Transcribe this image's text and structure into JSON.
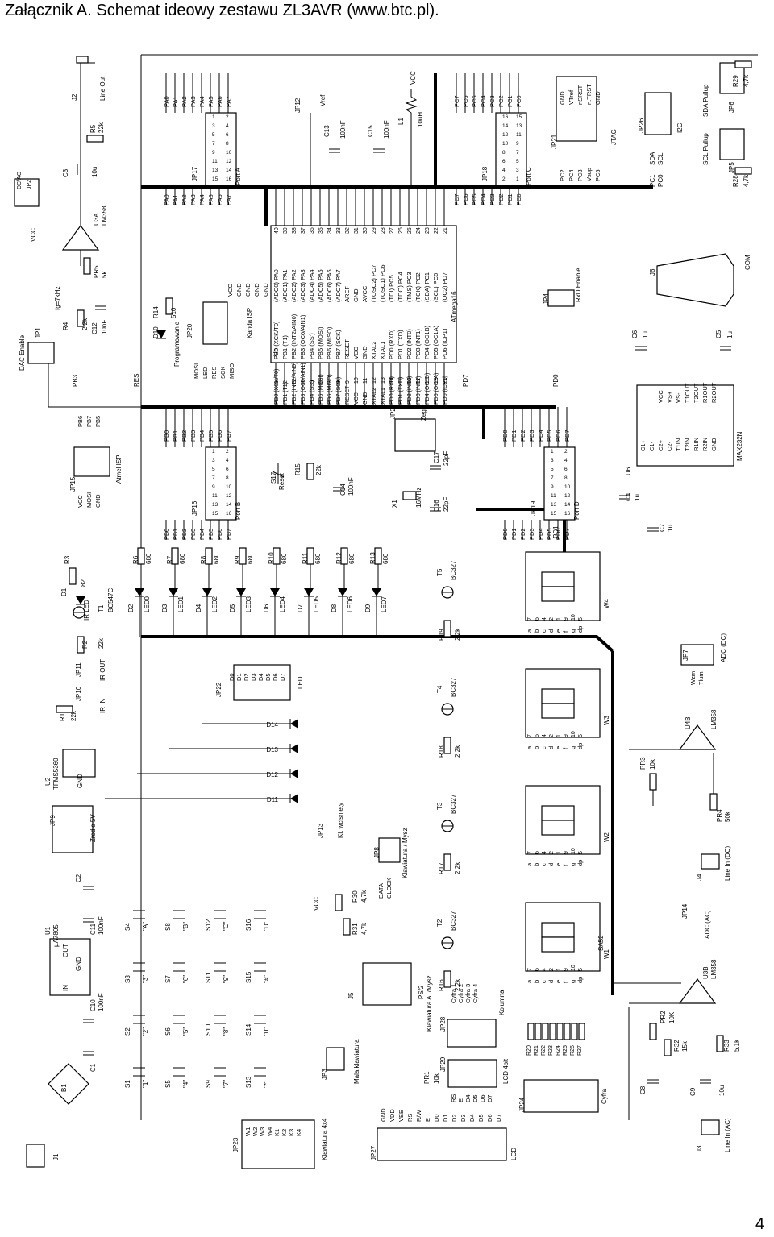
{
  "page": {
    "title": "Załącznik A. Schemat ideowy zestawu ZL3AVR (www.btc.pl).",
    "page_number": "4"
  },
  "mcu": {
    "ref": "U5",
    "part": "ATmega16",
    "left_pins": [
      {
        "num": "1",
        "label": "PB0 (XCK/T0)"
      },
      {
        "num": "2",
        "label": "PB1 (T1)"
      },
      {
        "num": "3",
        "label": "PB2 (INT2/AIN0)"
      },
      {
        "num": "4",
        "label": "PB3 (OC0/AIN1)"
      },
      {
        "num": "5",
        "label": "PB4 (SS')"
      },
      {
        "num": "6",
        "label": "PB5 (MOSI)"
      },
      {
        "num": "7",
        "label": "PB6 (MISO)"
      },
      {
        "num": "8",
        "label": "PB7 (SCK)"
      },
      {
        "num": "9",
        "label": "RESET"
      },
      {
        "num": "10",
        "label": "VCC"
      },
      {
        "num": "11",
        "label": "GND"
      },
      {
        "num": "12",
        "label": "XTAL2"
      },
      {
        "num": "13",
        "label": "XTAL1"
      },
      {
        "num": "14",
        "label": "PD0 (RXD)"
      },
      {
        "num": "15",
        "label": "PD1 (TXD)"
      },
      {
        "num": "16",
        "label": "PD2 (INT0)"
      },
      {
        "num": "17",
        "label": "PD3 (INT1)"
      },
      {
        "num": "18",
        "label": "PD4 (OC1B)"
      },
      {
        "num": "19",
        "label": "PD5 (OC1A)"
      },
      {
        "num": "20",
        "label": "PD6 (ICP1)"
      }
    ],
    "right_pins": [
      {
        "num": "40",
        "label": "(ADC0) PA0"
      },
      {
        "num": "39",
        "label": "(ADC1) PA1"
      },
      {
        "num": "38",
        "label": "(ADC2) PA2"
      },
      {
        "num": "37",
        "label": "(ADC3) PA3"
      },
      {
        "num": "36",
        "label": "(ADC4) PA4"
      },
      {
        "num": "35",
        "label": "(ADC5) PA5"
      },
      {
        "num": "34",
        "label": "(ADC6) PA6"
      },
      {
        "num": "33",
        "label": "(ADC7) PA7"
      },
      {
        "num": "32",
        "label": "AREF"
      },
      {
        "num": "31",
        "label": "GND"
      },
      {
        "num": "30",
        "label": "AVCC"
      },
      {
        "num": "29",
        "label": "(TOSC2) PC7"
      },
      {
        "num": "28",
        "label": "(TOSC1) PC6"
      },
      {
        "num": "27",
        "label": "(TDI) PC5"
      },
      {
        "num": "26",
        "label": "(TDO) PC4"
      },
      {
        "num": "25",
        "label": "(TMS) PC3"
      },
      {
        "num": "24",
        "label": "(TCK) PC2"
      },
      {
        "num": "23",
        "label": "(SDA) PC1"
      },
      {
        "num": "22",
        "label": "(SCL) PC0"
      },
      {
        "num": "21",
        "label": "(OC2) PD7"
      }
    ]
  },
  "port_headers": [
    {
      "ref": "JP17",
      "name": "Port A",
      "a": [
        "PA0",
        "PA1",
        "PA2",
        "PA3",
        "PA4",
        "PA5",
        "PA6",
        "PA7"
      ],
      "b": [
        "PA0",
        "PA1",
        "PA2",
        "PA3",
        "PA4",
        "PA5",
        "PA6",
        "PA7"
      ],
      "pins_a": [
        "2",
        "4",
        "6",
        "8",
        "10",
        "12",
        "14",
        "16"
      ],
      "pins_b": [
        "1",
        "3",
        "5",
        "7",
        "9",
        "11",
        "13",
        "15"
      ]
    },
    {
      "ref": "JP18",
      "name": "Port C",
      "a": [
        "PC7",
        "PC6",
        "PC5",
        "PC4",
        "PC3",
        "PC2",
        "PC1",
        "PC0"
      ],
      "b": [
        "PC7",
        "PC6",
        "PC5",
        "PC4",
        "PC3",
        "PC2",
        "PC1",
        "PC0"
      ],
      "pins_a": [
        "15",
        "13",
        "11",
        "9",
        "7",
        "5",
        "3",
        "1"
      ],
      "pins_b": [
        "16",
        "14",
        "12",
        "10",
        "8",
        "6",
        "4",
        "2"
      ]
    },
    {
      "ref": "JP16",
      "name": "Port B",
      "a": [
        "PB0",
        "PB1",
        "PB2",
        "PB3",
        "PB4",
        "PB5",
        "PB6",
        "PB7"
      ],
      "b": [
        "PB0",
        "PB1",
        "PB2",
        "PB3",
        "PB4",
        "PB5",
        "PB6",
        "PB7"
      ],
      "pins_a": [
        "2",
        "4",
        "6",
        "8",
        "10",
        "12",
        "14",
        "16"
      ],
      "pins_b": [
        "1",
        "3",
        "5",
        "7",
        "9",
        "11",
        "13",
        "15"
      ]
    },
    {
      "ref": "JP19",
      "name": "Port D",
      "a": [
        "PD0",
        "PD1",
        "PD2",
        "PD3",
        "PD4",
        "PD5",
        "PD6",
        "PD7"
      ],
      "b": [
        "PD0",
        "PD1",
        "PD2",
        "PD3",
        "PD4",
        "PD5",
        "PD6",
        "PD7"
      ],
      "pins_a": [
        "2",
        "4",
        "6",
        "8",
        "10",
        "12",
        "14",
        "16"
      ],
      "pins_b": [
        "1",
        "3",
        "5",
        "7",
        "9",
        "11",
        "13",
        "15"
      ]
    }
  ],
  "top_section": {
    "dac_jumper": "DC/AC",
    "jp2": "JP2",
    "c3": "C3",
    "c3_val": "10u",
    "r5": "R5",
    "r5_val": "22k",
    "j2": "J2",
    "line_out": "Line Out",
    "u3a": "U3A",
    "u3a_part": "LM358",
    "pr5": "PR5",
    "pr5_val": "5k",
    "fg": "fg=7kHz",
    "r4": "R4",
    "r4_val": "2,2k",
    "c12": "C12",
    "c12_val": "10nF",
    "jp1": "JP1",
    "dac_enable": "DAC Enable",
    "vcc": "VCC",
    "pb3": "PB3",
    "res": "RES"
  },
  "isp": {
    "r14": "R14",
    "r14_val": "510",
    "d10": "D10",
    "prog": "Programowanie",
    "jp20": "JP20",
    "kanda": "Kanda ISP",
    "left": [
      "MOSI",
      "LED",
      "RES",
      "SCK",
      "MISO"
    ],
    "right": [
      "VCC",
      "GND",
      "GND",
      "GND",
      "GND"
    ],
    "jp15": "JP15",
    "atmel": "Atmel ISP",
    "atmel_left": [
      "VCC",
      "MOSI",
      "GND"
    ],
    "atmel_right": [
      "PB6",
      "PB7",
      "PB5"
    ]
  },
  "analog_top": {
    "jp12": "JP12",
    "vref": "Vref",
    "c13": "C13",
    "c13_val": "100nF",
    "c15": "C15",
    "c15_val": "100nF",
    "l1": "L1",
    "l1_val": "10uH",
    "vcc": "VCC"
  },
  "jtag": {
    "jp21": "JP21",
    "name": "JTAG",
    "left": [
      "PC2",
      "PC4",
      "PC3",
      "Vsup",
      "PC5"
    ],
    "right": [
      "GND",
      "VTref",
      "nSRST",
      "n.TRST",
      "GND"
    ],
    "jp26": "JP26",
    "i2c": "I2C",
    "sda": "SDA",
    "scl": "SCL",
    "pc1": "PC1",
    "pc0": "PC0",
    "jp6": "JP6",
    "sda_pullup": "SDA Pullup",
    "r29": "R29",
    "r29_val": "4,7k",
    "jp5": "JP5",
    "scl_pullup": "SCL Pullup",
    "r28": "R28",
    "r28_val": "4,7k"
  },
  "rs232": {
    "u6": "U6",
    "part": "MAX232N",
    "c4": "C4",
    "c4_val": "1u",
    "c7": "C7",
    "c7_val": "1u",
    "c6": "C6",
    "c6_val": "1u",
    "c5": "C5",
    "c5_val": "1u",
    "jp4": "JP4",
    "rxd_enable": "RxD Enable",
    "j6": "J6",
    "com": "COM",
    "left": [
      "C1+",
      "C1-",
      "C2+",
      "C2-",
      "T1IN",
      "T2IN",
      "R1IN",
      "R2IN",
      "GND"
    ],
    "right": [
      "VCC",
      "VS+",
      "VS-",
      "T1OUT",
      "T2OUT",
      "R1OUT",
      "R2OUT"
    ],
    "pd0": "PD0",
    "pd1": "PD1",
    "pd7": "PD7"
  },
  "clock": {
    "jp25": "JP25",
    "zegar": "Zegar",
    "x1": "X1",
    "x1_val": "16MHz",
    "c16": "C16",
    "c16_val": "22pF",
    "c17": "C17",
    "c17_val": "22pF",
    "c14": "C14",
    "c14_val": "100nF",
    "s17": "S17",
    "reset": "Reset",
    "r15": "R15",
    "r15_val": "22k"
  },
  "ir": {
    "r3": "R3",
    "r3_val": "82",
    "d1": "D1",
    "ir_led": "IR LED",
    "t1": "T1",
    "t1_part": "BC547C",
    "r2": "R2",
    "r2_val": "22k",
    "jp11": "JP11",
    "ir_out": "IR OUT",
    "r1": "R1",
    "r1_val": "22k",
    "jp10": "JP10",
    "ir_in": "IR IN",
    "u2": "U2",
    "u2_part": "TFMS5360",
    "gnd": "GND"
  },
  "leds": {
    "resistors": [
      "R6",
      "R7",
      "R8",
      "R9",
      "R10",
      "R11",
      "R12",
      "R13"
    ],
    "res_val": "680",
    "diodes": [
      "D2",
      "D3",
      "D4",
      "D5",
      "D6",
      "D7",
      "D8",
      "D9"
    ],
    "led_names": [
      "LED0",
      "LED1",
      "LED2",
      "LED3",
      "LED4",
      "LED5",
      "LED6",
      "LED7"
    ],
    "jp22": "JP22",
    "jp22_title": "LED",
    "lines": [
      "D0",
      "D1",
      "D2",
      "D3",
      "D4",
      "D5",
      "D6",
      "D7"
    ]
  },
  "keypad": {
    "diodes": [
      "D14",
      "D13",
      "D12",
      "D11"
    ],
    "jp13": "JP13",
    "kl": "Kl. wcisniety",
    "keys": [
      {
        "s": "S1",
        "k": "\"1\""
      },
      {
        "s": "S2",
        "k": "\"2\""
      },
      {
        "s": "S3",
        "k": "\"3\""
      },
      {
        "s": "S4",
        "k": "\"A\""
      },
      {
        "s": "S5",
        "k": "\"4\""
      },
      {
        "s": "S6",
        "k": "\"5\""
      },
      {
        "s": "S7",
        "k": "\"6\""
      },
      {
        "s": "S8",
        "k": "\"B\""
      },
      {
        "s": "S9",
        "k": "\"7\""
      },
      {
        "s": "S10",
        "k": "\"8\""
      },
      {
        "s": "S11",
        "k": "\"9\""
      },
      {
        "s": "S12",
        "k": "\"C\""
      },
      {
        "s": "S13",
        "k": "\"*\""
      },
      {
        "s": "S14",
        "k": "\"0\""
      },
      {
        "s": "S15",
        "k": "\"#\""
      },
      {
        "s": "S16",
        "k": "\"D\""
      }
    ],
    "jp23": "JP23",
    "title": "Klawiatura 4x4",
    "lines": [
      "W1",
      "W2",
      "W3",
      "W4",
      "K1",
      "K2",
      "K3",
      "K4"
    ],
    "jp3": "JP3",
    "mala": "Mala klawiatura"
  },
  "ps2": {
    "jp8": "JP8",
    "klaw_mysz": "Klawiatura / Mysz",
    "data": "DATA",
    "clock": "CLOCK",
    "r30": "R30",
    "r30_val": "4,7k",
    "r31": "R31",
    "r31_val": "4,7k",
    "j5": "J5",
    "ps2": "PS/2",
    "ps2_sub": "Klawiatura AT/Mysz",
    "vcc": "VCC"
  },
  "power": {
    "jp9": "JP9",
    "zrodlo": "Zrodlo 5V",
    "u1": "U1",
    "u1_part": "µA7805",
    "in": "IN",
    "out": "OUT",
    "gnd": "GND",
    "c2": "C2",
    "c11": "C11",
    "c11_val": "100nF",
    "c10": "C10",
    "c10_val": "100nF",
    "c1": "C1",
    "b1": "B1",
    "j1": "J1"
  },
  "display": {
    "digits": [
      "W1",
      "W2",
      "W3",
      "W4"
    ],
    "transistors": [
      "T2",
      "T3",
      "T4",
      "T5"
    ],
    "t_part": "BC327",
    "base_res": [
      "R16",
      "R17",
      "R18",
      "R19"
    ],
    "res_val": "2,2k",
    "segments": [
      "a",
      "b",
      "c",
      "d",
      "e",
      "f",
      "g",
      "dp"
    ],
    "seg_pins": [
      "7",
      "6",
      "4",
      "2",
      "1",
      "9",
      "10",
      "5"
    ],
    "sa52": "SA52",
    "jp28": "JP28",
    "kolumna": "Kolumna",
    "cyfra": [
      "Cyfra 1",
      "Cyfra 2",
      "Cyfra 3",
      "Cyfra 4"
    ],
    "jp24": "JP24",
    "cyfra_title": "Cyfra",
    "seg_res": [
      "R20",
      "R21",
      "R22",
      "R23",
      "R24",
      "R25",
      "R26",
      "R27"
    ]
  },
  "lcd": {
    "jp27": "JP27",
    "title": "LCD",
    "lines": [
      "GND",
      "VDD",
      "VEE",
      "RS",
      "R/W",
      "E",
      "D0",
      "D1",
      "D2",
      "D3",
      "D4",
      "D5",
      "D6",
      "D7"
    ],
    "jp29": "JP29",
    "lcd4": "LCD 4bit",
    "lines4": [
      "RS",
      "E",
      "D4",
      "D5",
      "D6",
      "D7"
    ],
    "pr1": "PR1",
    "pr1_val": "10k"
  },
  "analog_bottom": {
    "u4b": "U4B",
    "part": "LM358",
    "pr3": "PR3",
    "pr3_val": "10k",
    "pr4": "PR4",
    "pr4_val": "50k",
    "jp7": "JP7",
    "adc_dc": "ADC (DC)",
    "wzm": "Wzm",
    "tlum": "Tlum",
    "j4": "J4",
    "line_in_dc": "Line In (DC)",
    "u3b": "U3B",
    "pr2": "PR2",
    "pr2_val": "10K",
    "r32": "R32",
    "r32_val": "15k",
    "r33": "R33",
    "r33_val": "5,1k",
    "jp14": "JP14",
    "adc_ac": "ADC (AC)",
    "c8": "C8",
    "c9": "C9",
    "c9_val": "10u",
    "j3": "J3",
    "line_in_ac": "Line In (AC)"
  }
}
